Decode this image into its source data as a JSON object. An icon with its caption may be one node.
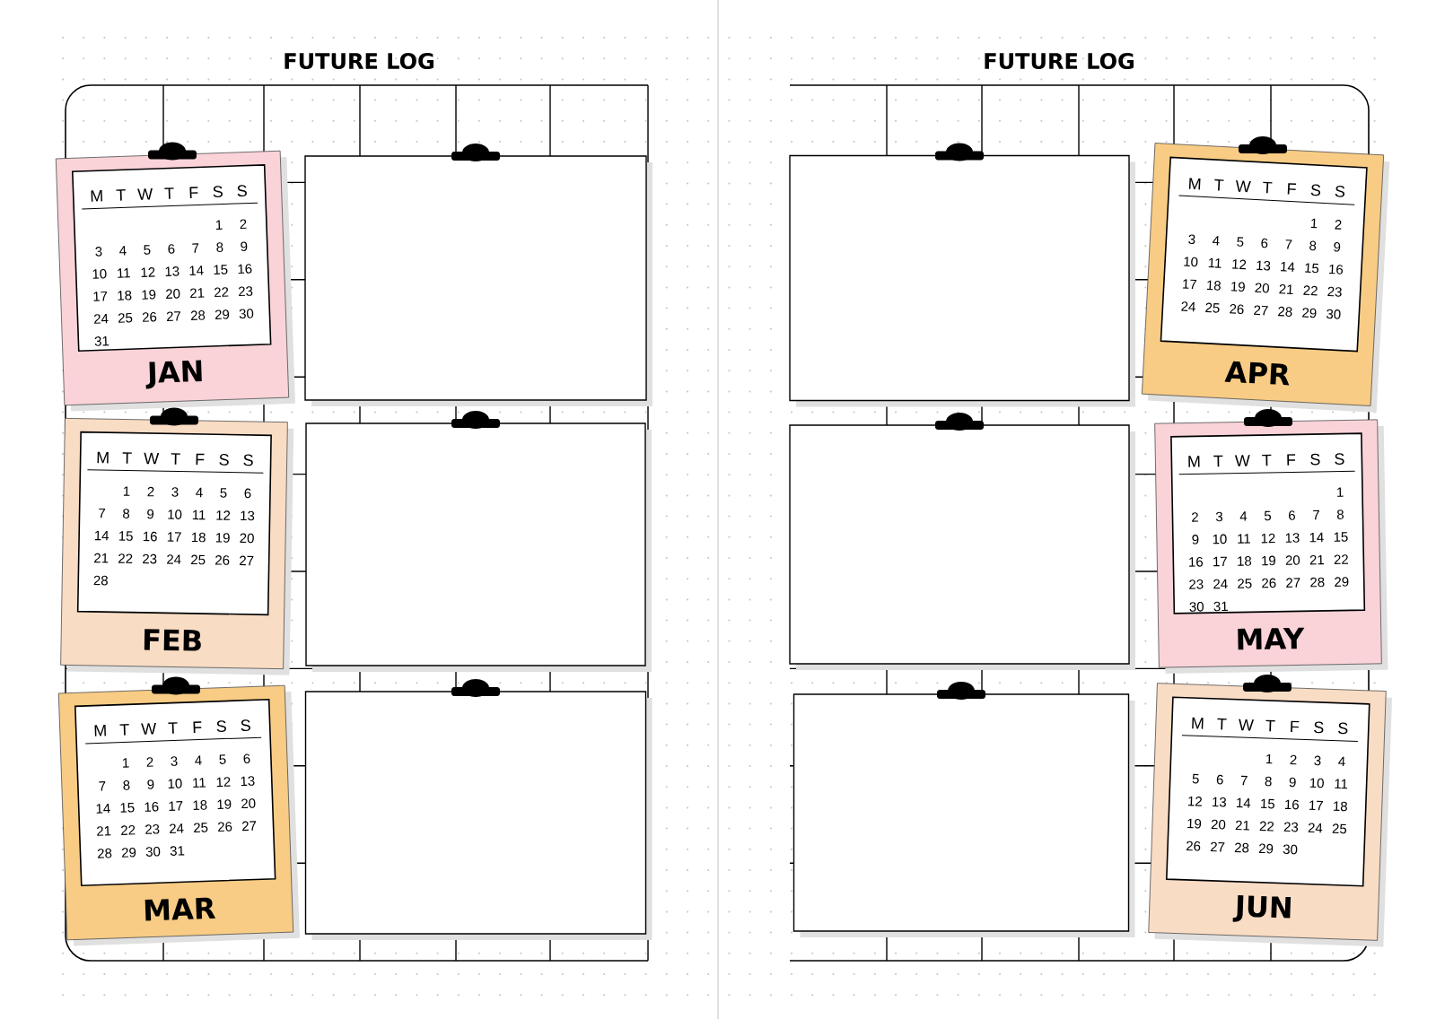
{
  "diagram": {
    "nodes": [
      {
        "text": [
          "M",
          "T",
          "W",
          "T",
          "F",
          "S",
          "S",
          "1",
          "2",
          "3",
          "4",
          "5",
          "6",
          "7",
          "8",
          "9",
          "10",
          "11",
          "12",
          "13",
          "14",
          "15",
          "16",
          "17",
          "18",
          "19",
          "20",
          "21",
          "22",
          "23",
          "24",
          "25",
          "26",
          "27",
          "28",
          "29",
          "30",
          "31",
          "JAN"
        ]
      },
      {
        "text": [],
        "shape": "box"
      },
      {
        "text": [
          "M",
          "T",
          "W",
          "T",
          "F",
          "S",
          "S",
          "1",
          "2",
          "3",
          "4",
          "5",
          "6",
          "7",
          "8",
          "9",
          "10",
          "11",
          "12",
          "13",
          "14",
          "15",
          "16",
          "17",
          "18",
          "19",
          "20",
          "21",
          "22",
          "23",
          "24",
          "25",
          "26",
          "27",
          "28",
          "FEB"
        ]
      },
      {
        "text": [],
        "shape": "box"
      },
      {
        "text": [
          "M",
          "T",
          "W",
          "T",
          "F",
          "S",
          "S",
          "1",
          "2",
          "3",
          "4",
          "5",
          "6",
          "7",
          "8",
          "9",
          "10",
          "11",
          "12",
          "13",
          "14",
          "15",
          "16",
          "17",
          "18",
          "19",
          "20",
          "21",
          "22",
          "23",
          "24",
          "25",
          "26",
          "27",
          "28",
          "29",
          "30",
          "31",
          "MAR"
        ]
      },
      {
        "text": [],
        "shape": "box"
      },
      {
        "text": [],
        "shape": "box"
      },
      {
        "text": [
          "M",
          "T",
          "W",
          "T",
          "F",
          "S",
          "S",
          "1",
          "2",
          "3",
          "4",
          "5",
          "6",
          "7",
          "8",
          "9",
          "10",
          "11",
          "12",
          "13",
          "14",
          "15",
          "16",
          "17",
          "18",
          "19",
          "20",
          "21",
          "22",
          "23",
          "24",
          "25",
          "26",
          "27",
          "28",
          "29",
          "30",
          "APR"
        ]
      },
      {
        "text": [],
        "shape": "box"
      },
      {
        "text": [
          "M",
          "T",
          "W",
          "T",
          "F",
          "S",
          "S",
          "1",
          "2",
          "3",
          "4",
          "5",
          "6",
          "7",
          "8",
          "9",
          "10",
          "11",
          "12",
          "13",
          "14",
          "15",
          "16",
          "17",
          "18",
          "19",
          "20",
          "21",
          "22",
          "23",
          "24",
          "25",
          "26",
          "27",
          "28",
          "29",
          "30",
          "31",
          "MAY"
        ]
      },
      {
        "text": [],
        "shape": "box"
      },
      {
        "text": [
          "M",
          "T",
          "W",
          "T",
          "F",
          "S",
          "S",
          "1",
          "2",
          "3",
          "4",
          "5",
          "6",
          "7",
          "8",
          "9",
          "10",
          "11",
          "12",
          "13",
          "14",
          "15",
          "16",
          "17",
          "18",
          "19",
          "20",
          "21",
          "22",
          "23",
          "24",
          "25",
          "26",
          "27",
          "28",
          "29",
          "30",
          "JUN"
        ]
      }
    ],
    "labels": [
      "FUTURE LOG",
      "FUTURE LOG"
    ]
  }
}
